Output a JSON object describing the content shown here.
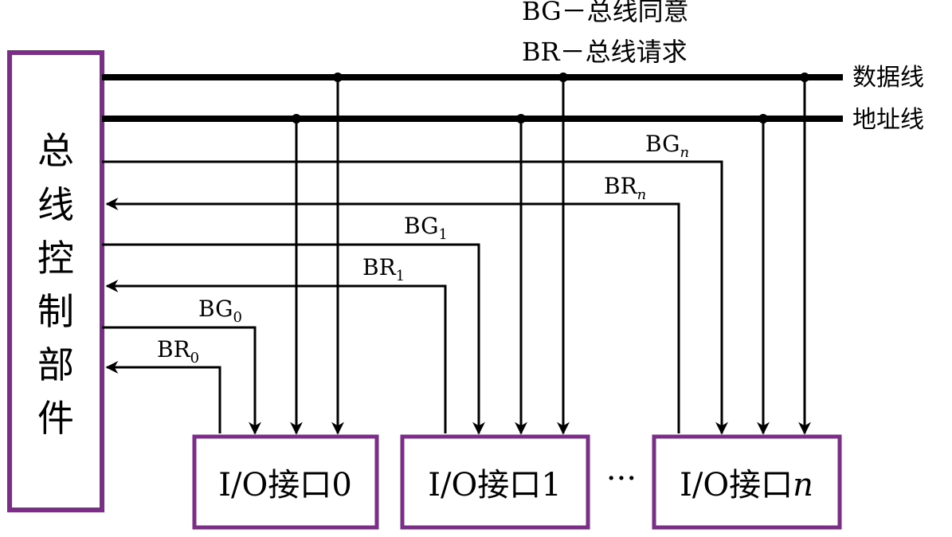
{
  "legend": {
    "bg": "BG－总线同意",
    "br": "BR－总线请求"
  },
  "controller": {
    "label_chars": [
      "总",
      "线",
      "控",
      "制",
      "部",
      "件"
    ]
  },
  "buses": {
    "data": "数据线",
    "address": "地址线"
  },
  "signals": [
    {
      "base": "BG",
      "sub": "n"
    },
    {
      "base": "BR",
      "sub": "n"
    },
    {
      "base": "BG",
      "sub": "1"
    },
    {
      "base": "BR",
      "sub": "1"
    },
    {
      "base": "BG",
      "sub": "0"
    },
    {
      "base": "BR",
      "sub": "0"
    }
  ],
  "interfaces": [
    {
      "prefix": "I/O接口",
      "index": "0"
    },
    {
      "prefix": "I/O接口",
      "index": "1"
    },
    {
      "prefix": "I/O接口",
      "index": "n"
    }
  ],
  "ellipsis": "···",
  "colors": {
    "box_border": "#7a2e86",
    "line": "#000000",
    "background": "#ffffff"
  }
}
